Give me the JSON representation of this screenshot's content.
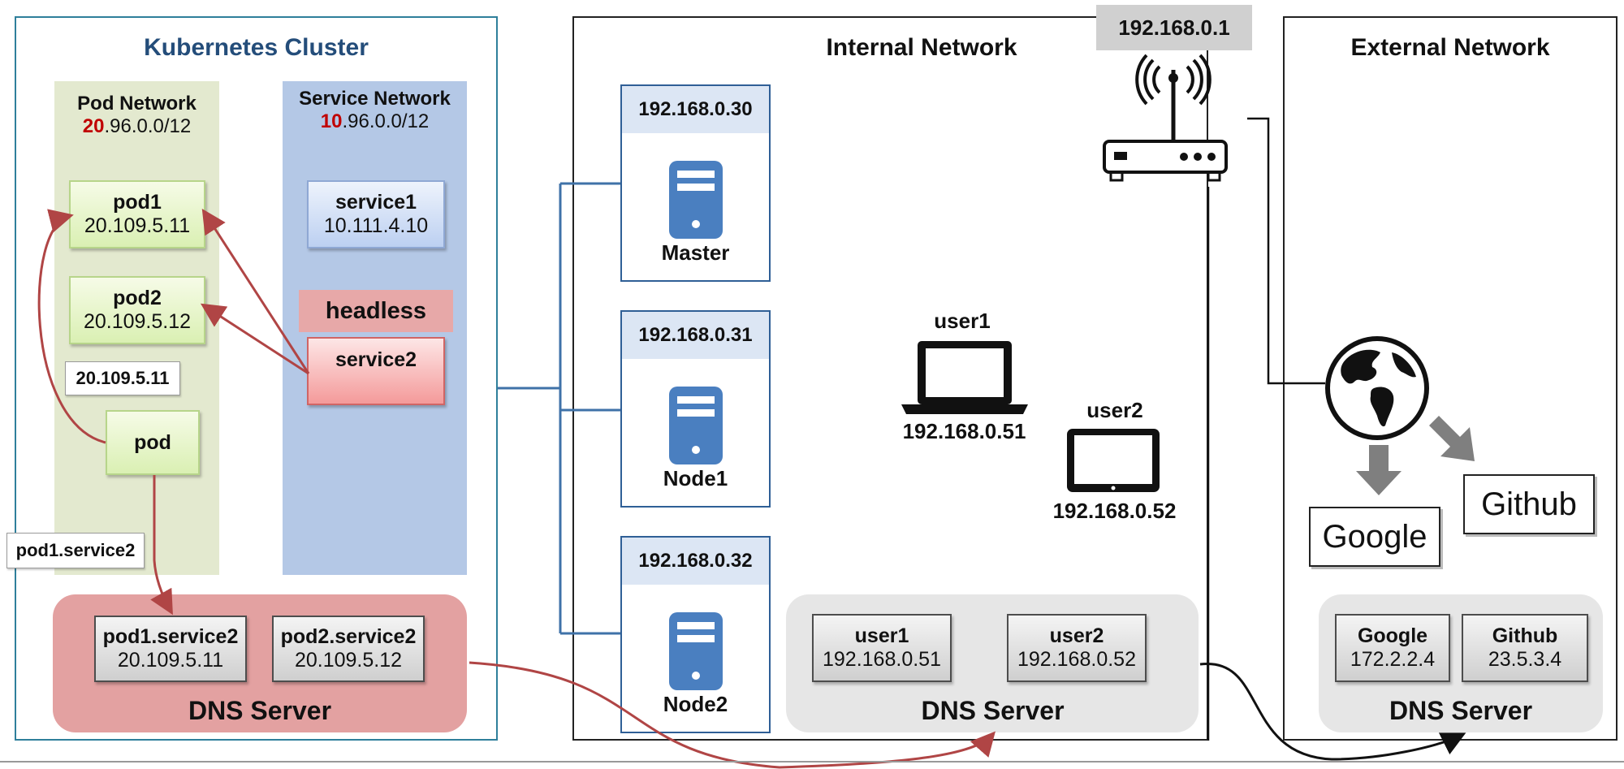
{
  "kubernetes": {
    "title": "Kubernetes Cluster",
    "pod_network": {
      "title": "Pod Network",
      "cidr_prefix": "20",
      "cidr_rest": ".96.0.0/12"
    },
    "service_network": {
      "title": "Service Network",
      "cidr_prefix": "10",
      "cidr_rest": ".96.0.0/12"
    },
    "pods": [
      {
        "name": "pod1",
        "ip": "20.109.5.11"
      },
      {
        "name": "pod2",
        "ip": "20.109.5.12"
      }
    ],
    "client_pod": "pod",
    "resolved_ip_label": "20.109.5.11",
    "query_label": "pod1.service2",
    "services": [
      {
        "name": "service1",
        "ip": "10.111.4.10"
      },
      {
        "name": "service2"
      }
    ],
    "headless_label": "headless",
    "dns": {
      "label": "DNS Server",
      "records": [
        {
          "name": "pod1.service2",
          "ip": "20.109.5.11"
        },
        {
          "name": "pod2.service2",
          "ip": "20.109.5.12"
        }
      ]
    }
  },
  "internal": {
    "title": "Internal Network",
    "router_ip": "192.168.0.1",
    "nodes": [
      {
        "ip": "192.168.0.30",
        "name": "Master"
      },
      {
        "ip": "192.168.0.31",
        "name": "Node1"
      },
      {
        "ip": "192.168.0.32",
        "name": "Node2"
      }
    ],
    "users": [
      {
        "name": "user1",
        "ip": "192.168.0.51"
      },
      {
        "name": "user2",
        "ip": "192.168.0.52"
      }
    ],
    "dns": {
      "label": "DNS Server",
      "records": [
        {
          "name": "user1",
          "ip": "192.168.0.51"
        },
        {
          "name": "user2",
          "ip": "192.168.0.52"
        }
      ]
    }
  },
  "external": {
    "title": "External Network",
    "sites": [
      "Google",
      "Github"
    ],
    "dns": {
      "label": "DNS Server",
      "records": [
        {
          "name": "Google",
          "ip": "172.2.2.4"
        },
        {
          "name": "Github",
          "ip": "23.5.3.4"
        }
      ]
    }
  },
  "colors": {
    "kubernetes_border": "#2f7f9b",
    "pod_network_bg": "#e3e9cf",
    "service_network_bg": "#b4c8e6",
    "k8s_dns_bg": "#e3a1a1",
    "highlight_red": "#c00000",
    "arrow_red": "#b04545",
    "node_border": "#2f5f96",
    "server_icon": "#4a7fc0"
  }
}
